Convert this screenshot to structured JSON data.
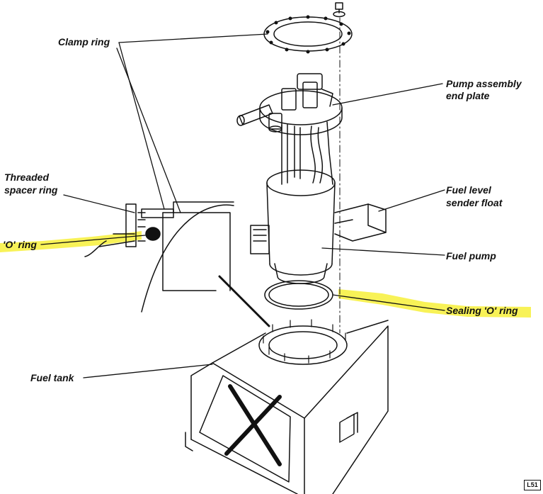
{
  "labels": {
    "clamp_ring": "Clamp ring",
    "pump_assembly_line1": "Pump assembly",
    "pump_assembly_line2": "end plate",
    "threaded_line1": "Threaded",
    "threaded_line2": "spacer ring",
    "fuel_level_line1": "Fuel level",
    "fuel_level_line2": "sender float",
    "o_ring": "'O' ring",
    "fuel_pump": "Fuel pump",
    "sealing_o_ring": "Sealing 'O' ring",
    "fuel_tank": "Fuel tank"
  },
  "corner_code": "L51",
  "colors": {
    "ink": "#111111",
    "highlight": "#f7f03a"
  }
}
